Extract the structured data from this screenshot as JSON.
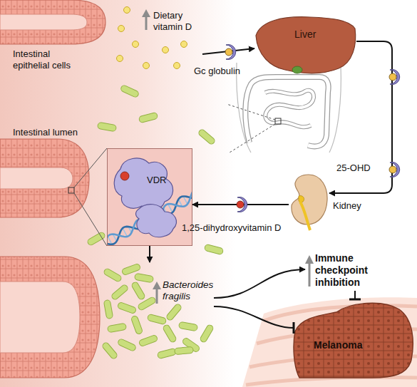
{
  "diagram": {
    "nodes": [
      {
        "text": [
          "Liver"
        ]
      },
      {
        "text": [
          "Kidney"
        ]
      },
      {
        "text": [
          "VDR"
        ]
      },
      {
        "text": [
          "Bacteroides fragilis"
        ]
      },
      {
        "text": [
          "Immune checkpoint inhibition"
        ]
      },
      {
        "text": [
          "Melanoma"
        ]
      }
    ],
    "edges": [
      {
        "from": 0,
        "to": 1,
        "label": "25-OHD",
        "arrow": "to"
      },
      {
        "from": 1,
        "to": 2,
        "label": "1,25-dihydroxyvitamin D",
        "arrow": "to"
      },
      {
        "from": 2,
        "to": 3,
        "arrow": "to"
      },
      {
        "from": 3,
        "to": 4,
        "arrow": "to"
      },
      {
        "from": 4,
        "to": 5,
        "arrow": "to"
      },
      {
        "from": 3,
        "to": 5,
        "arrow": "to"
      }
    ],
    "labels": [
      "Dietary vitamin D",
      "Gc globulin",
      "Intestinal epithelial cells",
      "Intestinal lumen"
    ]
  }
}
